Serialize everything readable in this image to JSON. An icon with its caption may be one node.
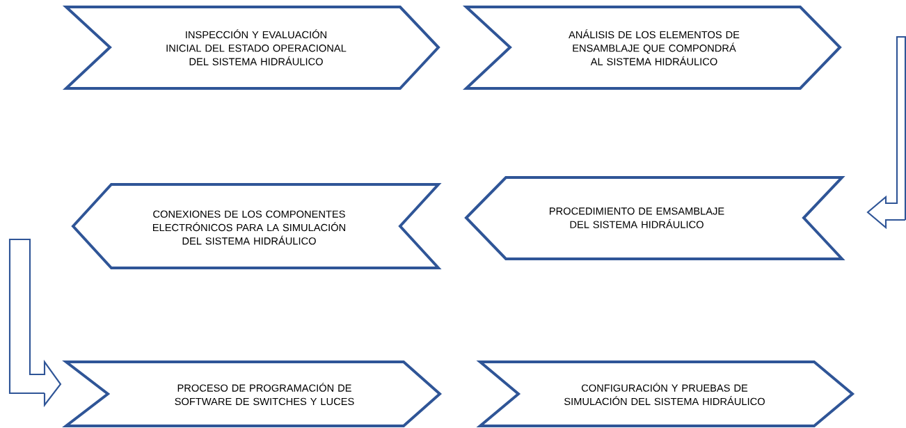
{
  "diagram": {
    "nodes": [
      {
        "text": [
          "INSPECCIÓN Y EVALUACIÓN INICIAL DEL ESTADO OPERACIONAL DEL SISTEMA HIDRÁULICO"
        ]
      },
      {
        "text": [
          "ANÁLISIS DE LOS ELEMENTOS DE ENSAMBLAJE QUE COMPONDRÁ AL SISTEMA HIDRÁULICO"
        ]
      },
      {
        "text": [
          "CONEXIONES DE LOS COMPONENTES ELECTRÓNICOS PARA LA SIMULACIÓN DEL SISTEMA HIDRÁULICO"
        ]
      },
      {
        "text": [
          "PROCEDIMIENTO DE EMSAMBLAJE DEL SISTEMA HIDRÁULICO"
        ]
      },
      {
        "text": [
          "PROCESO DE PROGRAMACIÓN DE SOFTWARE DE SWITCHES Y LUCES"
        ]
      },
      {
        "text": [
          "CONFIGURACIÓN Y PRUEBAS DE SIMULACIÓN DEL SISTEMA HIDRÁULICO"
        ]
      }
    ],
    "edges": [
      {
        "from": 1,
        "to": 3,
        "arrow": "to"
      },
      {
        "from": 2,
        "to": 4,
        "arrow": "to"
      }
    ]
  }
}
